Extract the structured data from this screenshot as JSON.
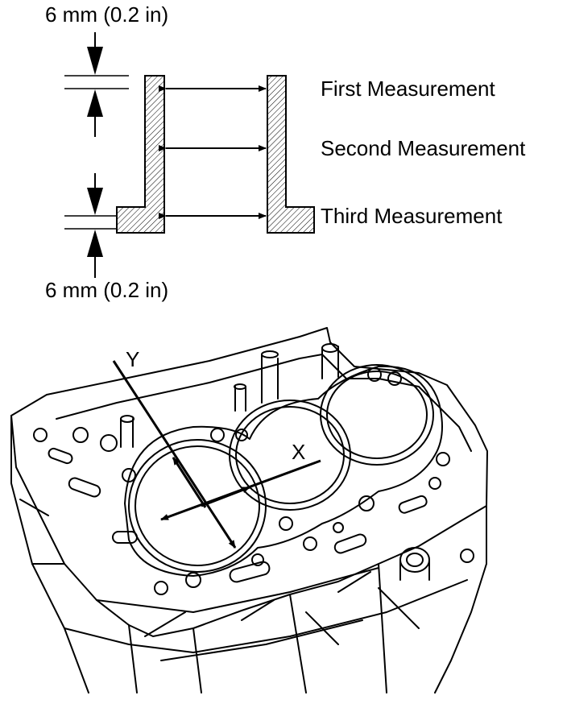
{
  "diagram": {
    "top_dimension": "6 mm (0.2 in)",
    "bottom_dimension": "6 mm (0.2 in)",
    "measurements": {
      "first": "First Measurement",
      "second": "Second Measurement",
      "third": "Third Measurement"
    }
  },
  "engine_block": {
    "axis_y": "Y",
    "axis_x": "X"
  }
}
